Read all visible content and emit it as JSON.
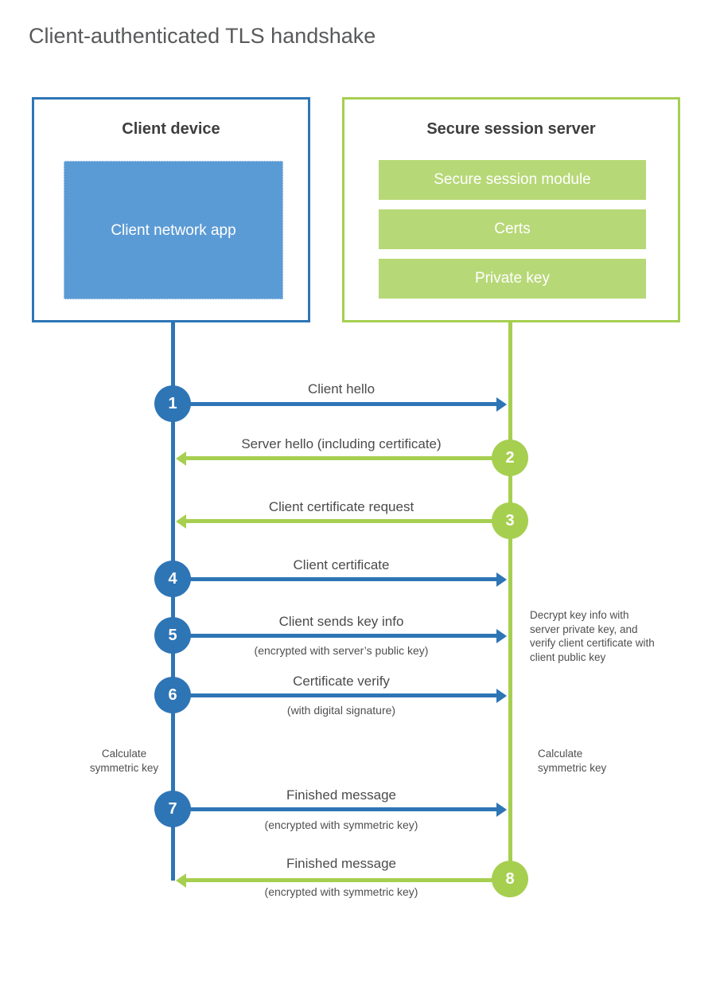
{
  "title": "Client-authenticated TLS handshake",
  "colors": {
    "client_primary": "#2e75b6",
    "client_fill": "#5b9bd5",
    "server_primary": "#a6cf50",
    "server_fill": "#b7d877",
    "label_text": "#4b4b4d",
    "title_text": "#58595b",
    "heading_text": "#3e3e40"
  },
  "client": {
    "title": "Client device",
    "app_label": "Client network app"
  },
  "server": {
    "title": "Secure session server",
    "modules": [
      "Secure session module",
      "Certs",
      "Private key"
    ]
  },
  "steps": [
    {
      "num": "1",
      "label": "Client hello",
      "sublabel": "",
      "direction": "client-to-server"
    },
    {
      "num": "2",
      "label": "Server hello (including certificate)",
      "sublabel": "",
      "direction": "server-to-client"
    },
    {
      "num": "3",
      "label": "Client certificate request",
      "sublabel": "",
      "direction": "server-to-client"
    },
    {
      "num": "4",
      "label": "Client certificate",
      "sublabel": "",
      "direction": "client-to-server"
    },
    {
      "num": "5",
      "label": "Client sends key info",
      "sublabel": "(encrypted with server’s public key)",
      "direction": "client-to-server"
    },
    {
      "num": "6",
      "label": "Certificate verify",
      "sublabel": "(with digital signature)",
      "direction": "client-to-server"
    },
    {
      "num": "7",
      "label": "Finished message",
      "sublabel": "(encrypted with symmetric key)",
      "direction": "client-to-server"
    },
    {
      "num": "8",
      "label": "Finished message",
      "sublabel": "(encrypted with symmetric key)",
      "direction": "server-to-client"
    }
  ],
  "notes": {
    "decrypt": "Decrypt key info with server private key, and verify client certificate with client public key",
    "calc_client": "Calculate symmetric key",
    "calc_server": "Calculate symmetric key"
  }
}
